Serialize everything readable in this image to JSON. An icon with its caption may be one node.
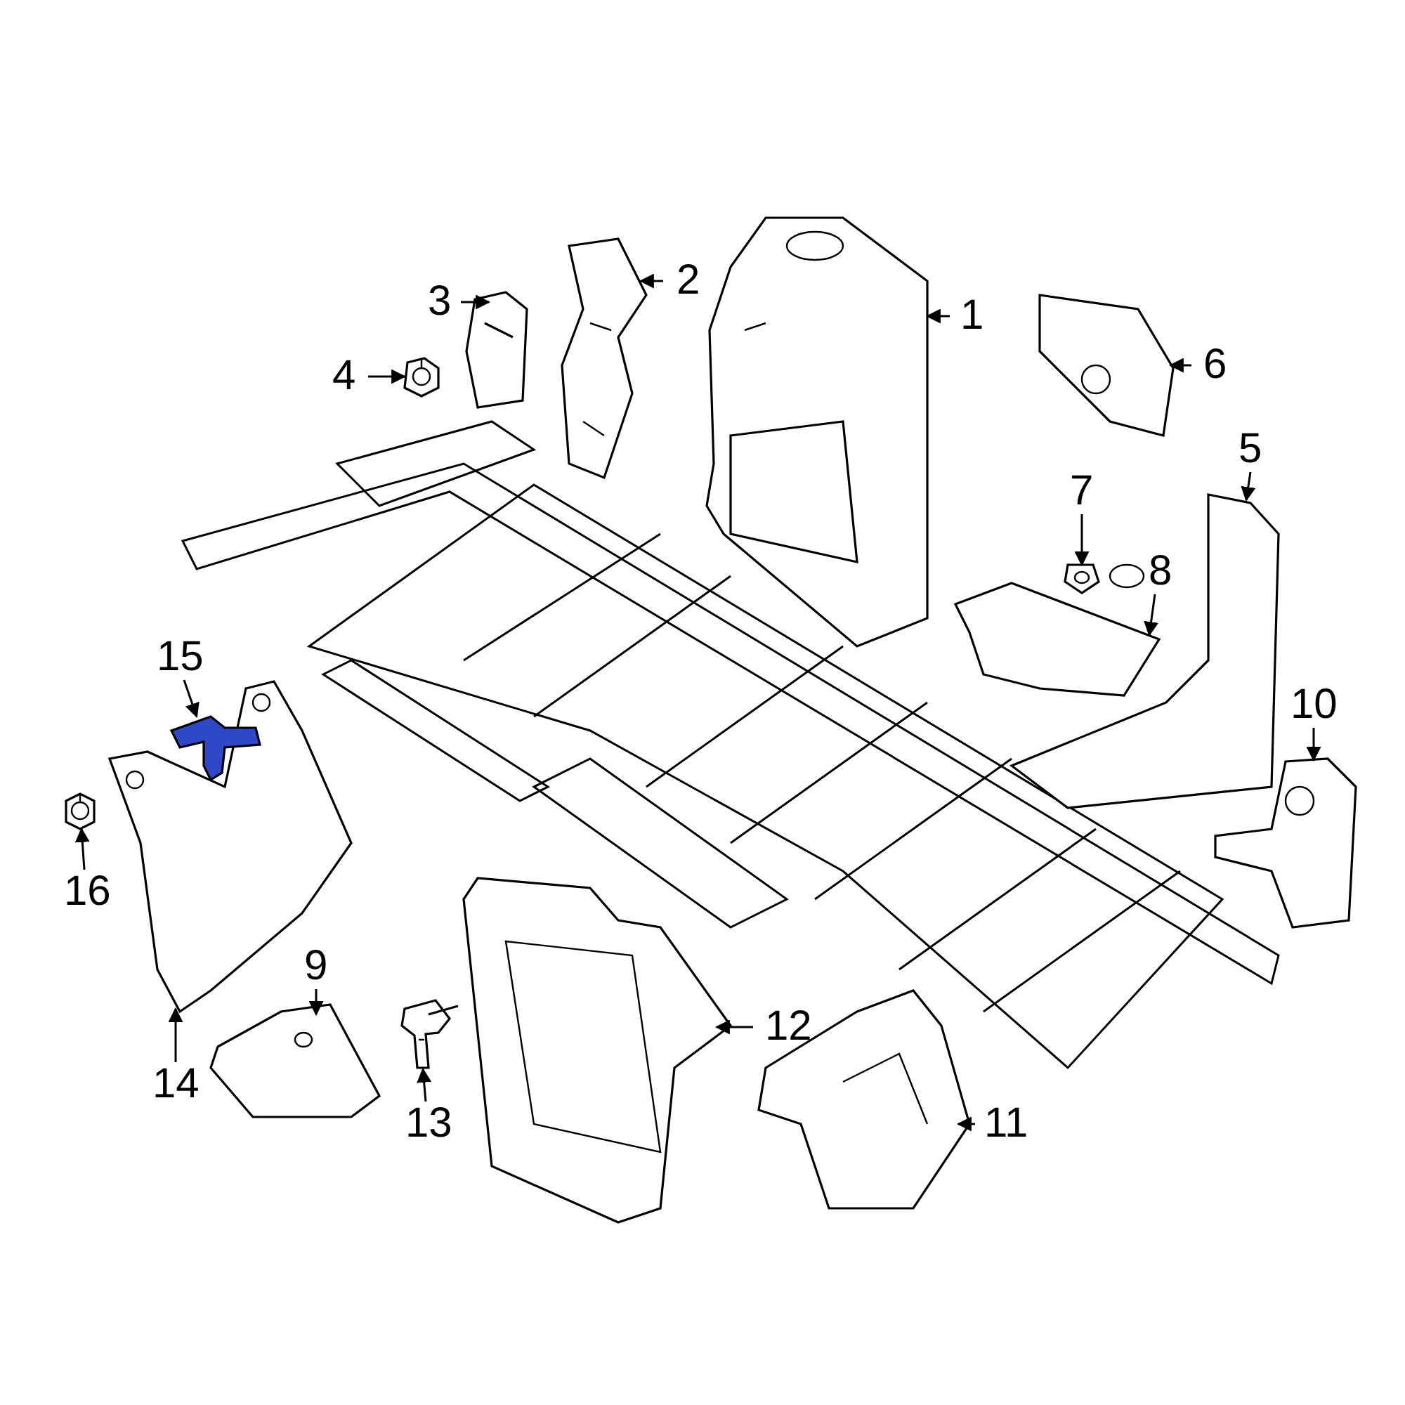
{
  "diagram": {
    "nodes": [
      {
        "text": [
          "1"
        ]
      },
      {
        "text": [],
        "shape": "picture"
      },
      {
        "text": [
          "2"
        ]
      },
      {
        "text": [],
        "shape": "picture"
      },
      {
        "text": [
          "3"
        ]
      },
      {
        "text": [],
        "shape": "picture"
      },
      {
        "text": [
          "4"
        ]
      },
      {
        "text": [],
        "shape": "picture"
      },
      {
        "text": [
          "5"
        ]
      },
      {
        "text": [],
        "shape": "picture"
      },
      {
        "text": [
          "6"
        ]
      },
      {
        "text": [],
        "shape": "picture"
      },
      {
        "text": [
          "7"
        ]
      },
      {
        "text": [],
        "shape": "picture"
      },
      {
        "text": [
          "8"
        ]
      },
      {
        "text": [],
        "shape": "picture"
      },
      {
        "text": [
          "9"
        ]
      },
      {
        "text": [],
        "shape": "picture"
      },
      {
        "text": [
          "10"
        ]
      },
      {
        "text": [],
        "shape": "picture"
      },
      {
        "text": [
          "11"
        ]
      },
      {
        "text": [],
        "shape": "picture"
      },
      {
        "text": [
          "12"
        ]
      },
      {
        "text": [],
        "shape": "picture"
      },
      {
        "text": [
          "13"
        ]
      },
      {
        "text": [],
        "shape": "picture"
      },
      {
        "text": [
          "14"
        ]
      },
      {
        "text": [],
        "shape": "picture"
      },
      {
        "text": [
          "15"
        ]
      },
      {
        "text": [],
        "shape": "picture"
      },
      {
        "text": [
          "16"
        ]
      },
      {
        "text": [],
        "shape": "picture"
      }
    ],
    "edges": [
      {
        "from": 0,
        "to": 1,
        "arrow": "to"
      },
      {
        "from": 2,
        "to": 3,
        "arrow": "to"
      },
      {
        "from": 4,
        "to": 5,
        "arrow": "to"
      },
      {
        "from": 6,
        "to": 7,
        "arrow": "to"
      },
      {
        "from": 8,
        "to": 9,
        "arrow": "to"
      },
      {
        "from": 10,
        "to": 11,
        "arrow": "to"
      },
      {
        "from": 12,
        "to": 13,
        "arrow": "to"
      },
      {
        "from": 14,
        "to": 15,
        "arrow": "to"
      },
      {
        "from": 16,
        "to": 17,
        "arrow": "to"
      },
      {
        "from": 18,
        "to": 19,
        "arrow": "to"
      },
      {
        "from": 20,
        "to": 21,
        "arrow": "to"
      },
      {
        "from": 22,
        "to": 23,
        "arrow": "to"
      },
      {
        "from": 24,
        "to": 25,
        "arrow": "to"
      },
      {
        "from": 26,
        "to": 27,
        "arrow": "to"
      },
      {
        "from": 28,
        "to": 29,
        "arrow": "to"
      },
      {
        "from": 30,
        "to": 31,
        "arrow": "to"
      }
    ]
  }
}
